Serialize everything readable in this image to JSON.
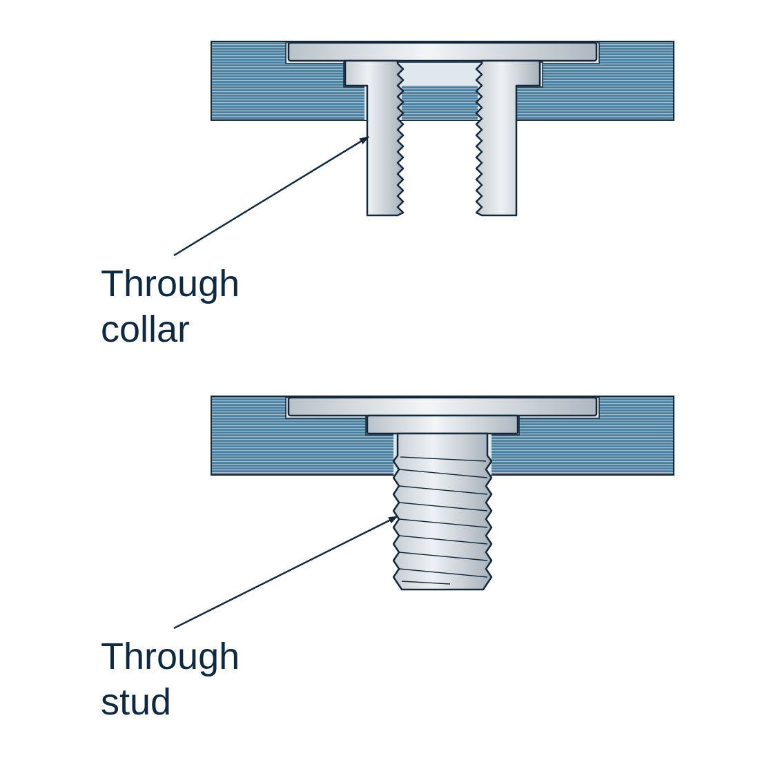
{
  "figures": [
    {
      "id": "through-collar",
      "label_lines": [
        "Through",
        "collar"
      ]
    },
    {
      "id": "through-stud",
      "label_lines": [
        "Through",
        "stud"
      ]
    }
  ],
  "colors": {
    "panel_fill": "#4c7f9e",
    "panel_stripe": "#8fb3c8",
    "outline": "#14283a",
    "metal_light": "#f4f6f8",
    "metal_mid": "#c9d0d6",
    "metal_dark": "#9aa5ae",
    "label_text": "#0f2a40"
  }
}
